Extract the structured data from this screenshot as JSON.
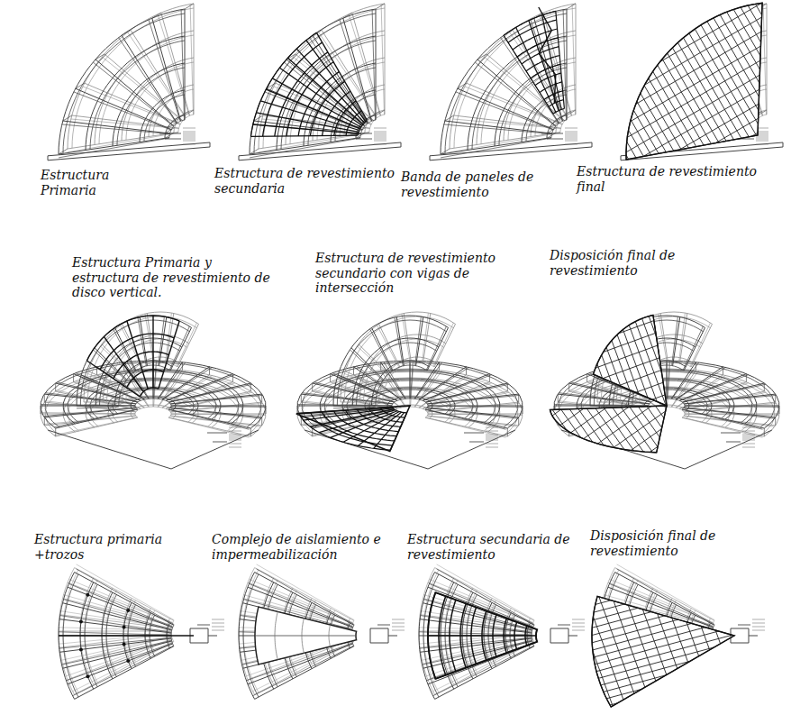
{
  "diagram": {
    "labels": [
      "Estructura Primaria",
      "Estructura de revestimiento secundaria",
      "Banda de paneles de revestimiento",
      "Estructura de revestimiento final",
      "Estructura Primaria y estructura de revestimiento de disco vertical.",
      "Estructura de revestimiento secundario con vigas de intersección",
      "Disposición final de revestimiento",
      "Estructura primaria +trozos",
      "Complejo de aislamiento e impermeabilización",
      "Estructura secundaria de revestimiento",
      "Disposición final de revestimiento"
    ]
  }
}
